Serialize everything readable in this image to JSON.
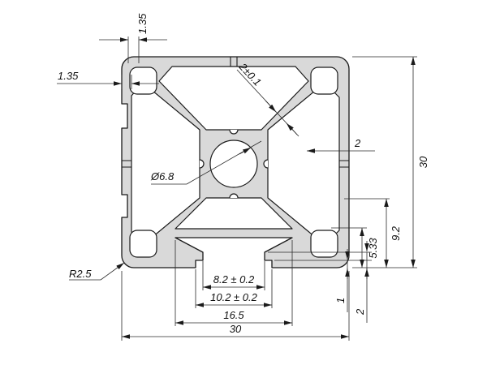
{
  "drawing": {
    "type": "technical-cross-section",
    "part": "aluminium-extrusion-profile-30x30",
    "colors": {
      "material": "#d9d9d9",
      "cavity": "#ffffff",
      "line": "#1a1a1a",
      "dim_line": "#2a2a2a"
    },
    "dimensions": {
      "hole_wall_top": "1.35",
      "wall_left": "1.35",
      "web_thickness": "2±0.1",
      "wall_right": "2",
      "overall_height": "30",
      "overall_width": "30",
      "slot_depth": "9.2",
      "slot_throat": "5.33",
      "center_bore": "Ø6.8",
      "corner_radius": "R2.5",
      "slot_opening": "8.2 ± 0.2",
      "slot_mouth": "10.2 ± 0.2",
      "slot_width": "16.5",
      "lip_height_1": "1",
      "lip_height_2": "2"
    }
  }
}
